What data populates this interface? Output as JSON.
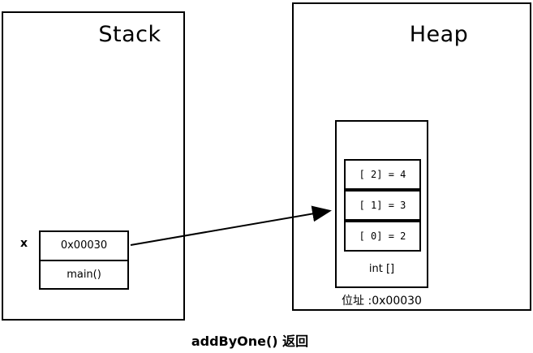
{
  "diagram": {
    "caption": "addByOne() 返回",
    "stack": {
      "title": "Stack",
      "variable": {
        "label": "x",
        "address_value": "0x00030",
        "frame_value": "main()"
      }
    },
    "heap": {
      "title": "Heap",
      "array": {
        "cells": [
          {
            "label": "[ 2] = 4"
          },
          {
            "label": "[ 1] = 3"
          },
          {
            "label": "[ 0] = 2"
          }
        ],
        "type_label": "int []",
        "address_label": "位址 :0x00030"
      }
    },
    "colors": {
      "line": "#000000",
      "background": "#ffffff"
    }
  }
}
